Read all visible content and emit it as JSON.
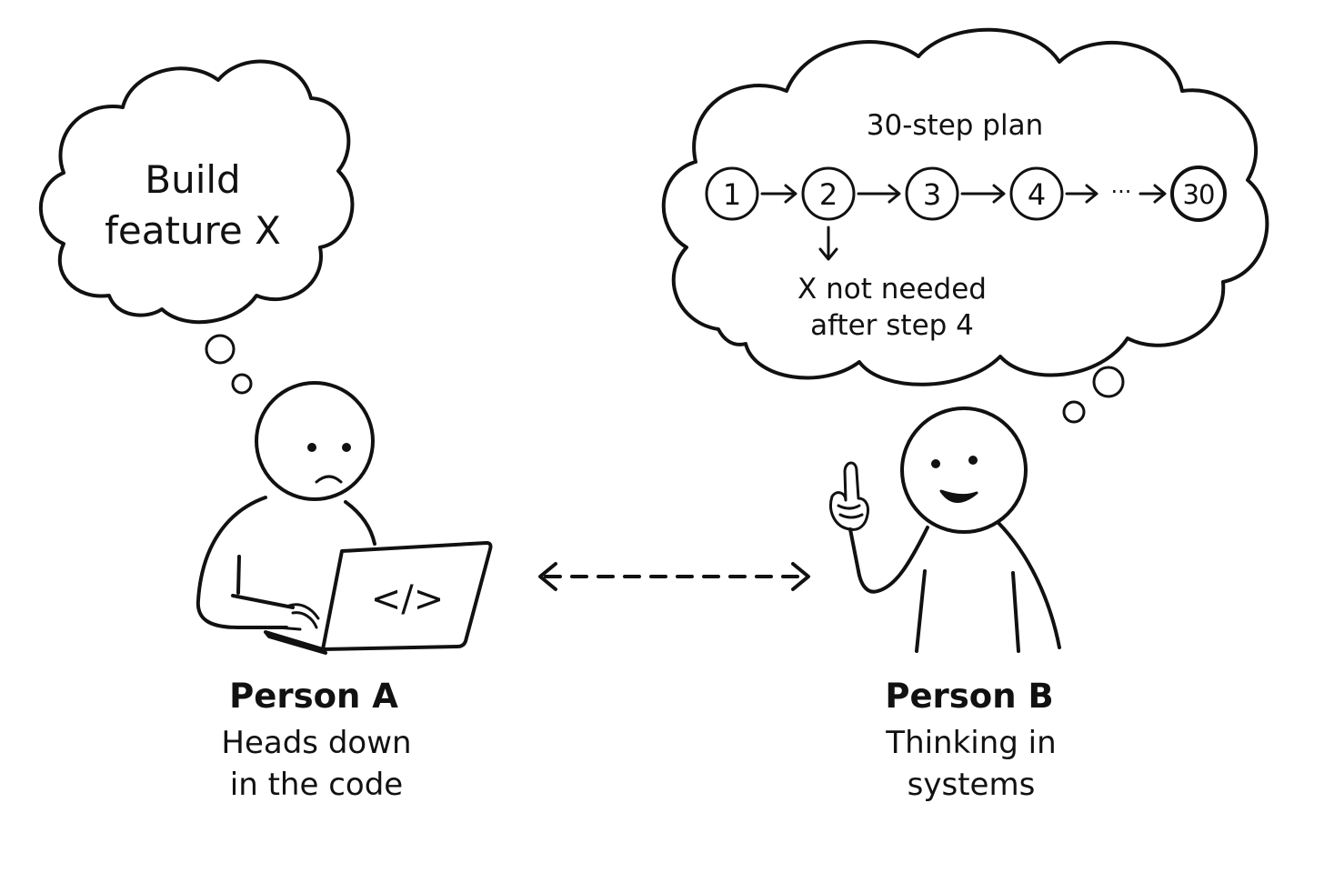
{
  "thought_a": {
    "line1": "Build",
    "line2": "feature X"
  },
  "thought_b": {
    "title": "30-step plan",
    "steps": [
      "1",
      "2",
      "3",
      "4",
      "30"
    ],
    "ellipsis": "···",
    "note_line1": "X not needed",
    "note_line2": "after step 4"
  },
  "person_a": {
    "name": "Person A",
    "desc_line1": "Heads down",
    "desc_line2": "in the code",
    "laptop_symbol": "</>"
  },
  "person_b": {
    "name": "Person B",
    "desc_line1": "Thinking in",
    "desc_line2": "systems"
  },
  "icons": {
    "connector": "double-headed-dashed-arrow",
    "laptop": "laptop-code-icon",
    "pointing_hand": "pointing-finger-icon"
  },
  "colors": {
    "ink": "#111111",
    "background": "#ffffff"
  }
}
